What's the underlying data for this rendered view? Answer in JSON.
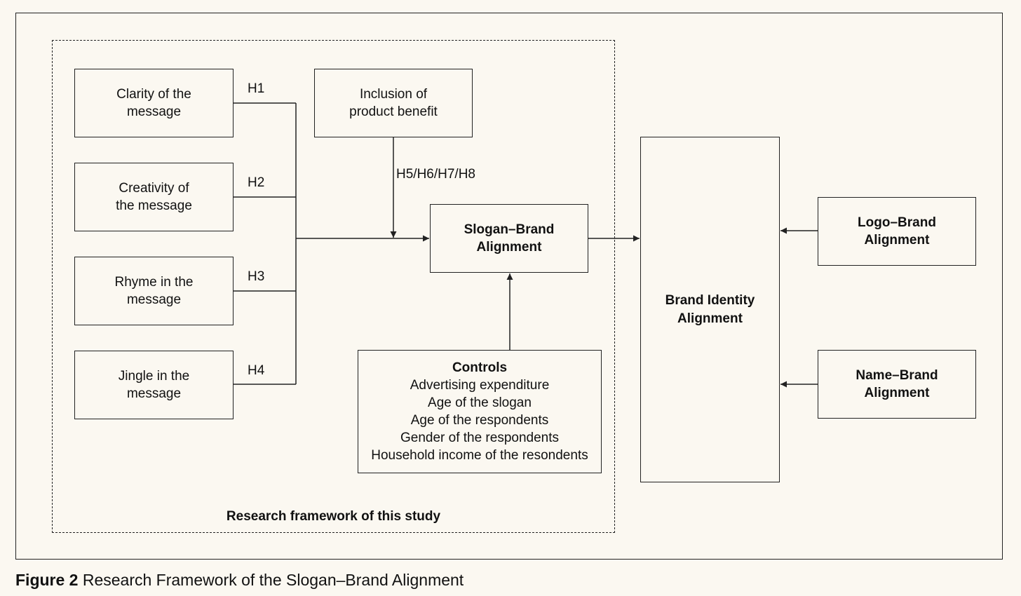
{
  "figure": {
    "number": "Figure 2",
    "caption": "Research Framework of the Slogan–Brand Alignment"
  },
  "framework_label": "Research framework of this study",
  "inputs": [
    {
      "line1": "Clarity of the",
      "line2": "message",
      "hypothesis": "H1"
    },
    {
      "line1": "Creativity of",
      "line2": "the message",
      "hypothesis": "H2"
    },
    {
      "line1": "Rhyme in the",
      "line2": "message",
      "hypothesis": "H3"
    },
    {
      "line1": "Jingle in the",
      "line2": "message",
      "hypothesis": "H4"
    }
  ],
  "benefit": {
    "line1": "Inclusion of",
    "line2": "product benefit",
    "hypotheses": "H5/H6/H7/H8"
  },
  "slogan_brand": {
    "line1": "Slogan–Brand",
    "line2": "Alignment"
  },
  "controls": {
    "title": "Controls",
    "items": [
      "Advertising expenditure",
      "Age of the slogan",
      "Age of the respondents",
      "Gender of the respondents",
      "Household income of the resondents"
    ]
  },
  "brand_identity": {
    "line1": "Brand Identity",
    "line2": "Alignment"
  },
  "logo_brand": {
    "line1": "Logo–Brand",
    "line2": "Alignment"
  },
  "name_brand": {
    "line1": "Name–Brand",
    "line2": "Alignment"
  }
}
